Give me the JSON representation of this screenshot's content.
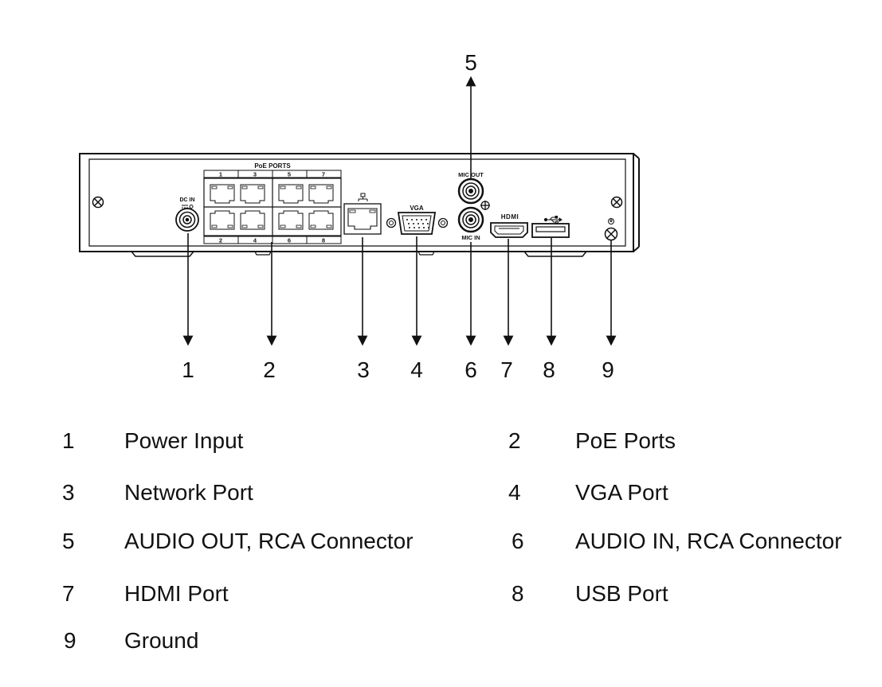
{
  "panel": {
    "poe_ports_label": "PoE PORTS",
    "poe_top_numbers": [
      "1",
      "3",
      "5",
      "7"
    ],
    "poe_bottom_numbers": [
      "2",
      "4",
      "6",
      "8"
    ],
    "dc_in_label": "DC IN",
    "vga_label": "VGA",
    "mic_out_label": "MIC OUT",
    "mic_in_label": "MIC IN",
    "hdmi_label": "HDMI"
  },
  "callouts": [
    "1",
    "2",
    "3",
    "4",
    "5",
    "6",
    "7",
    "8",
    "9"
  ],
  "legend": [
    {
      "num": "1",
      "label": "Power Input"
    },
    {
      "num": "2",
      "label": "PoE Ports"
    },
    {
      "num": "3",
      "label": "Network Port"
    },
    {
      "num": "4",
      "label": "VGA Port"
    },
    {
      "num": "5",
      "label": "AUDIO OUT, RCA Connector"
    },
    {
      "num": "6",
      "label": "AUDIO IN, RCA Connector"
    },
    {
      "num": "7",
      "label": "HDMI Port"
    },
    {
      "num": "8",
      "label": "USB Port"
    },
    {
      "num": "9",
      "label": "Ground"
    }
  ]
}
